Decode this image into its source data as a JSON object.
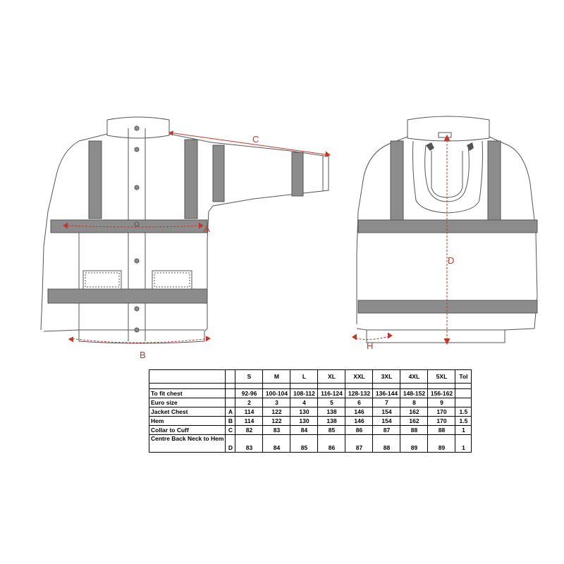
{
  "dimension_labels": {
    "a": "A",
    "b": "B",
    "c": "C",
    "d": "D",
    "h": "H"
  },
  "colors": {
    "outline": "#555555",
    "reflective_band": "#8c8c8c",
    "dimension": "#c0392b"
  },
  "size_table": {
    "sizes": [
      "S",
      "M",
      "L",
      "XL",
      "XXL",
      "3XL",
      "4XL",
      "5XL"
    ],
    "tol_header": "Tol",
    "rows": [
      {
        "label": "To fit chest",
        "key": "",
        "values": [
          "92-96",
          "100-104",
          "108-112",
          "116-124",
          "128-132",
          "136-144",
          "148-152",
          "156-162"
        ],
        "tol": ""
      },
      {
        "label": "Euro size",
        "key": "",
        "values": [
          "2",
          "3",
          "4",
          "5",
          "6",
          "7",
          "8",
          "9"
        ],
        "tol": ""
      },
      {
        "label": "Jacket Chest",
        "key": "A",
        "values": [
          "114",
          "122",
          "130",
          "138",
          "146",
          "154",
          "162",
          "170"
        ],
        "tol": "1.5"
      },
      {
        "label": "Hem",
        "key": "B",
        "values": [
          "114",
          "122",
          "130",
          "138",
          "146",
          "154",
          "162",
          "170"
        ],
        "tol": "1.5"
      },
      {
        "label": "Collar to Cuff",
        "key": "C",
        "values": [
          "82",
          "83",
          "84",
          "85",
          "86",
          "87",
          "88",
          "88"
        ],
        "tol": "1"
      },
      {
        "label": "Centre Back Neck to Hem",
        "key": "D",
        "values": [
          "83",
          "84",
          "85",
          "86",
          "87",
          "88",
          "89",
          "89"
        ],
        "tol": "1"
      }
    ]
  }
}
